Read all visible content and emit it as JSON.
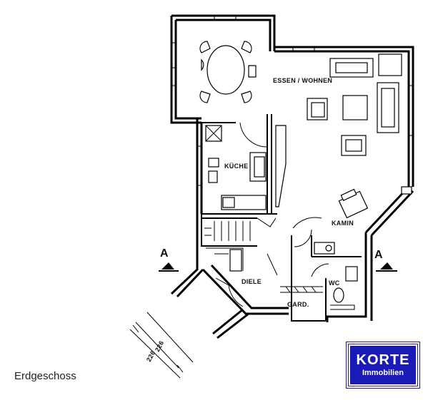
{
  "rooms": {
    "living": "ESSEN / WOHNEN",
    "kitchen": "KÜCHE",
    "fireplace": "KAMIN",
    "hall": "DIELE",
    "wardrobe": "GARD.",
    "wc": "WC"
  },
  "section_marks": {
    "left": "A",
    "right": "A"
  },
  "dimensions": {
    "outer": "226",
    "inner": "226"
  },
  "caption": "Erdgeschoss",
  "logo": {
    "title": "KORTE",
    "subtitle": "Immobilien",
    "color": "#1a1ab8"
  }
}
